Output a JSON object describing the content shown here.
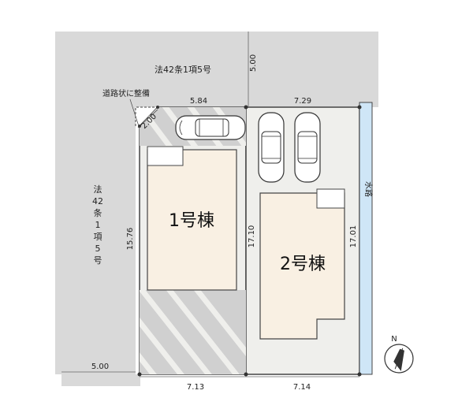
{
  "roads": {
    "top_label": "法42条1項5号",
    "left_label_chars": [
      "法",
      "42",
      "条",
      "1",
      "項",
      "5",
      "号"
    ],
    "corner_note": "道路状に整備",
    "water_label": "水路"
  },
  "buildings": {
    "lot1": "1号棟",
    "lot2": "2号棟"
  },
  "dimensions": {
    "top_road_width": "5.00",
    "lot1_top": "5.84",
    "corner_cut": "2.00",
    "lot2_top": "7.29",
    "lot1_left": "15.76",
    "shared_boundary": "17.10",
    "lot2_right": "17.01",
    "left_road_width": "5.00",
    "lot1_bottom": "7.13",
    "lot2_bottom": "7.14"
  },
  "compass": {
    "north": "N"
  },
  "colors": {
    "road": "#d9d9d9",
    "lot_ground": "#efefec",
    "building": "#f9f0e3",
    "water": "#cfe6f7",
    "boundary": "#444444"
  }
}
